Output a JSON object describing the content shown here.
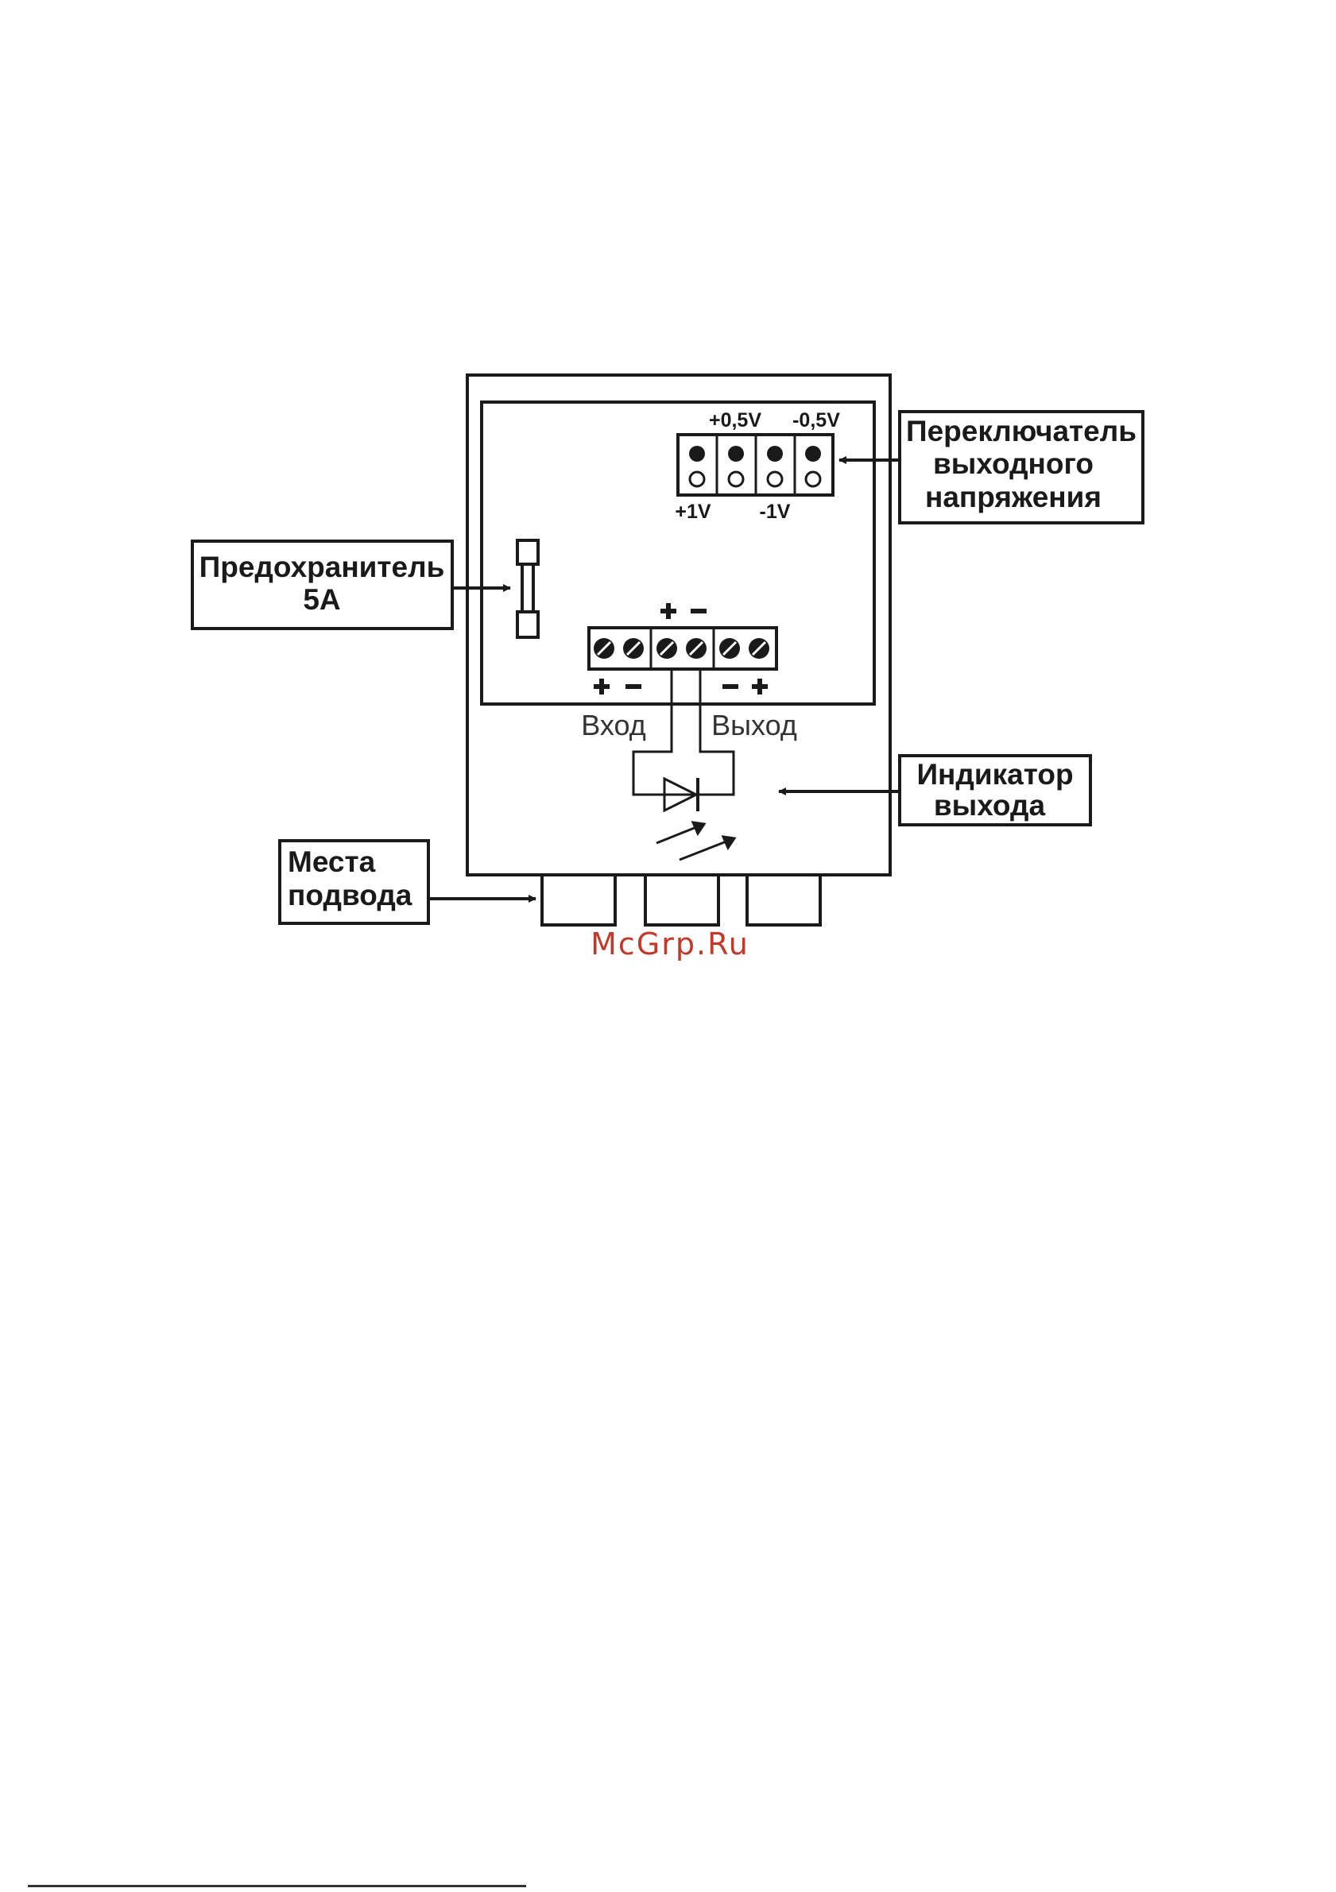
{
  "callouts": {
    "switch_line1": "Переключатель",
    "switch_line2": "выходного",
    "switch_line3": "напряжения",
    "fuse_line1": "Предохранитель",
    "fuse_line2": "5А",
    "indicator_line1": "Индикатор",
    "indicator_line2": "выхода",
    "places_line1": "Места",
    "places_line2": "подвода"
  },
  "switch_labels": {
    "top_left": "+0,5V",
    "top_right": "-0,5V",
    "bottom_left": "+1V",
    "bottom_right": "-1V"
  },
  "terminal_labels": {
    "input": "Вход",
    "output": "Выход"
  },
  "watermark": "McGrp.Ru",
  "colors": {
    "line": "#1a1a1a",
    "watermark": "#c0392b"
  }
}
